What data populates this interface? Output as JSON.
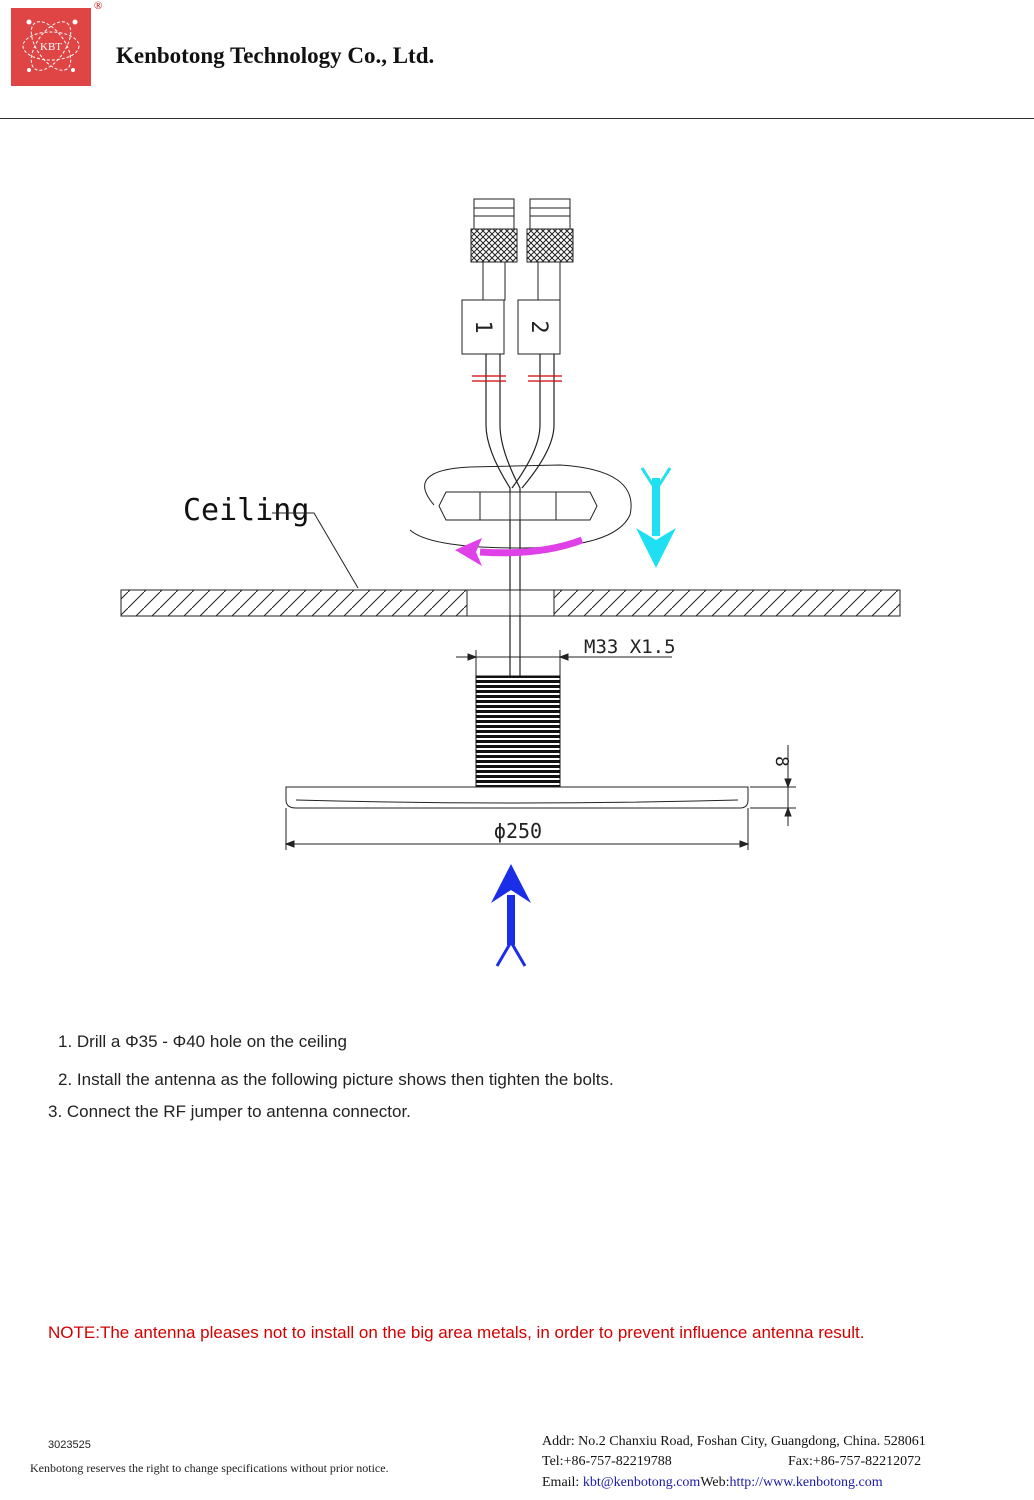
{
  "header": {
    "logo_text": "KBT",
    "registered_mark": "®",
    "company_name": "Kenbotong Technology Co., Ltd."
  },
  "diagram": {
    "connector_labels": [
      "1",
      "2"
    ],
    "ceiling_label": "Ceiling",
    "thread_label": "M33 X1.5",
    "height_label": "8",
    "diameter_label": "ϕ250"
  },
  "instructions": [
    "1. Drill a Φ35 - Φ40 hole on the ceiling",
    "2. Install the antenna as the following picture shows then tighten the bolts.",
    "3. Connect the RF jumper to antenna connector."
  ],
  "note": "NOTE:The antenna pleases not to install on the big area metals, in order to prevent influence antenna result.",
  "footer": {
    "doc_number": "3023525",
    "disclaimer": "Kenbotong reserves the right to change specifications without prior notice.",
    "address": "Addr: No.2 Chanxiu Road, Foshan City, Guangdong, China. 528061",
    "tel": "Tel:+86-757-82219788",
    "fax": "Fax:+86-757-82212072",
    "email_label": "Email:",
    "email": "kbt@kenbotong.com",
    "web_label": "Web:",
    "web": "http://www.kenbotong.com"
  },
  "colors": {
    "logo_red": "#e04545",
    "note_red": "#d40000",
    "arrow_cyan": "#1ee0f0",
    "arrow_magenta": "#e040e8",
    "arrow_blue": "#1a2ee8"
  }
}
